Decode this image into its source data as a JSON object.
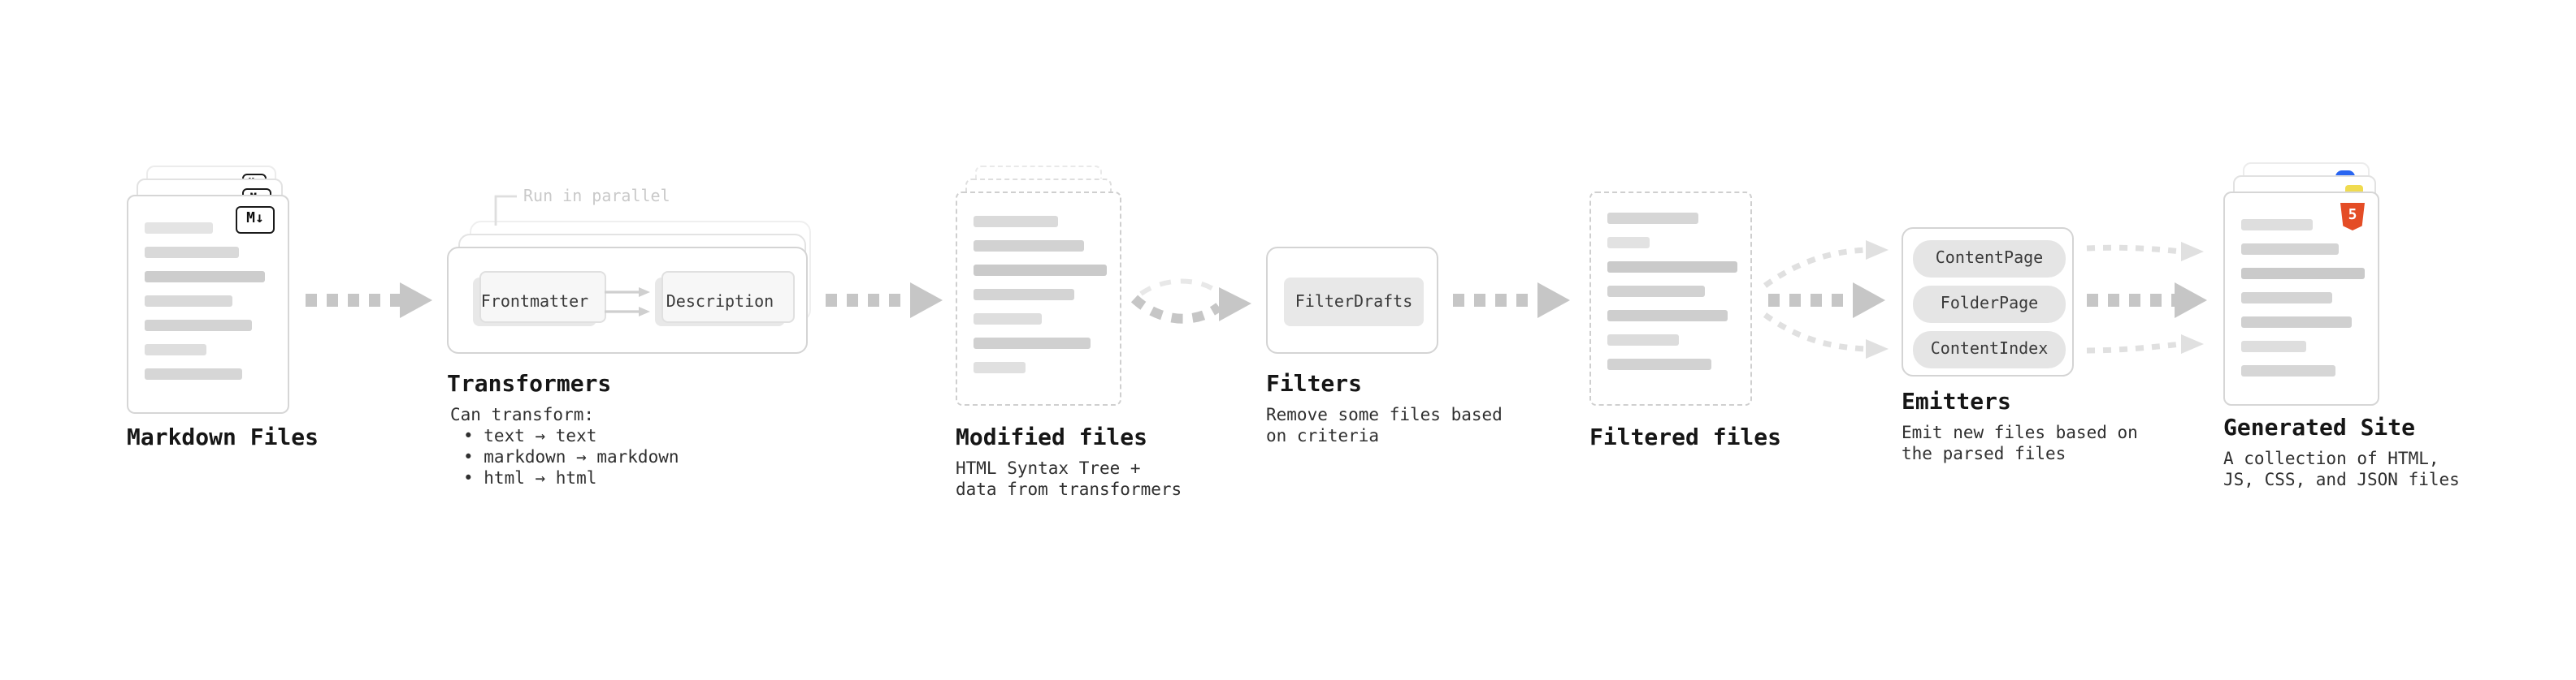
{
  "stages": {
    "markdown": {
      "title": "Markdown Files"
    },
    "transformers": {
      "title": "Transformers",
      "note": "Run in parallel",
      "buttons": [
        "Frontmatter",
        "Description"
      ],
      "desc": [
        "Can transform:",
        "• text → text",
        "• markdown → markdown",
        "• html → html"
      ]
    },
    "modified": {
      "title": "Modified files",
      "desc": [
        "HTML Syntax Tree +",
        "data from transformers"
      ]
    },
    "filters": {
      "title": "Filters",
      "buttons": [
        "FilterDrafts"
      ],
      "desc": [
        "Remove some files based",
        "on criteria"
      ]
    },
    "filtered": {
      "title": "Filtered files"
    },
    "emitters": {
      "title": "Emitters",
      "buttons": [
        "ContentPage",
        "FolderPage",
        "ContentIndex"
      ],
      "desc": [
        "Emit new files based on",
        "the parsed files"
      ]
    },
    "site": {
      "title": "Generated Site",
      "desc": [
        "A collection of HTML,",
        "JS, CSS, and JSON files"
      ]
    }
  },
  "icons": {
    "markdown_glyph": "M↓",
    "html5_glyph": "5"
  },
  "colors": {
    "html5_orange": "#e44d26",
    "js_yellow": "#f0db4f",
    "css_blue": "#2965f1",
    "arrow_gray": "#c6c6c6",
    "arrow_light_gray": "#e0e0e0"
  }
}
